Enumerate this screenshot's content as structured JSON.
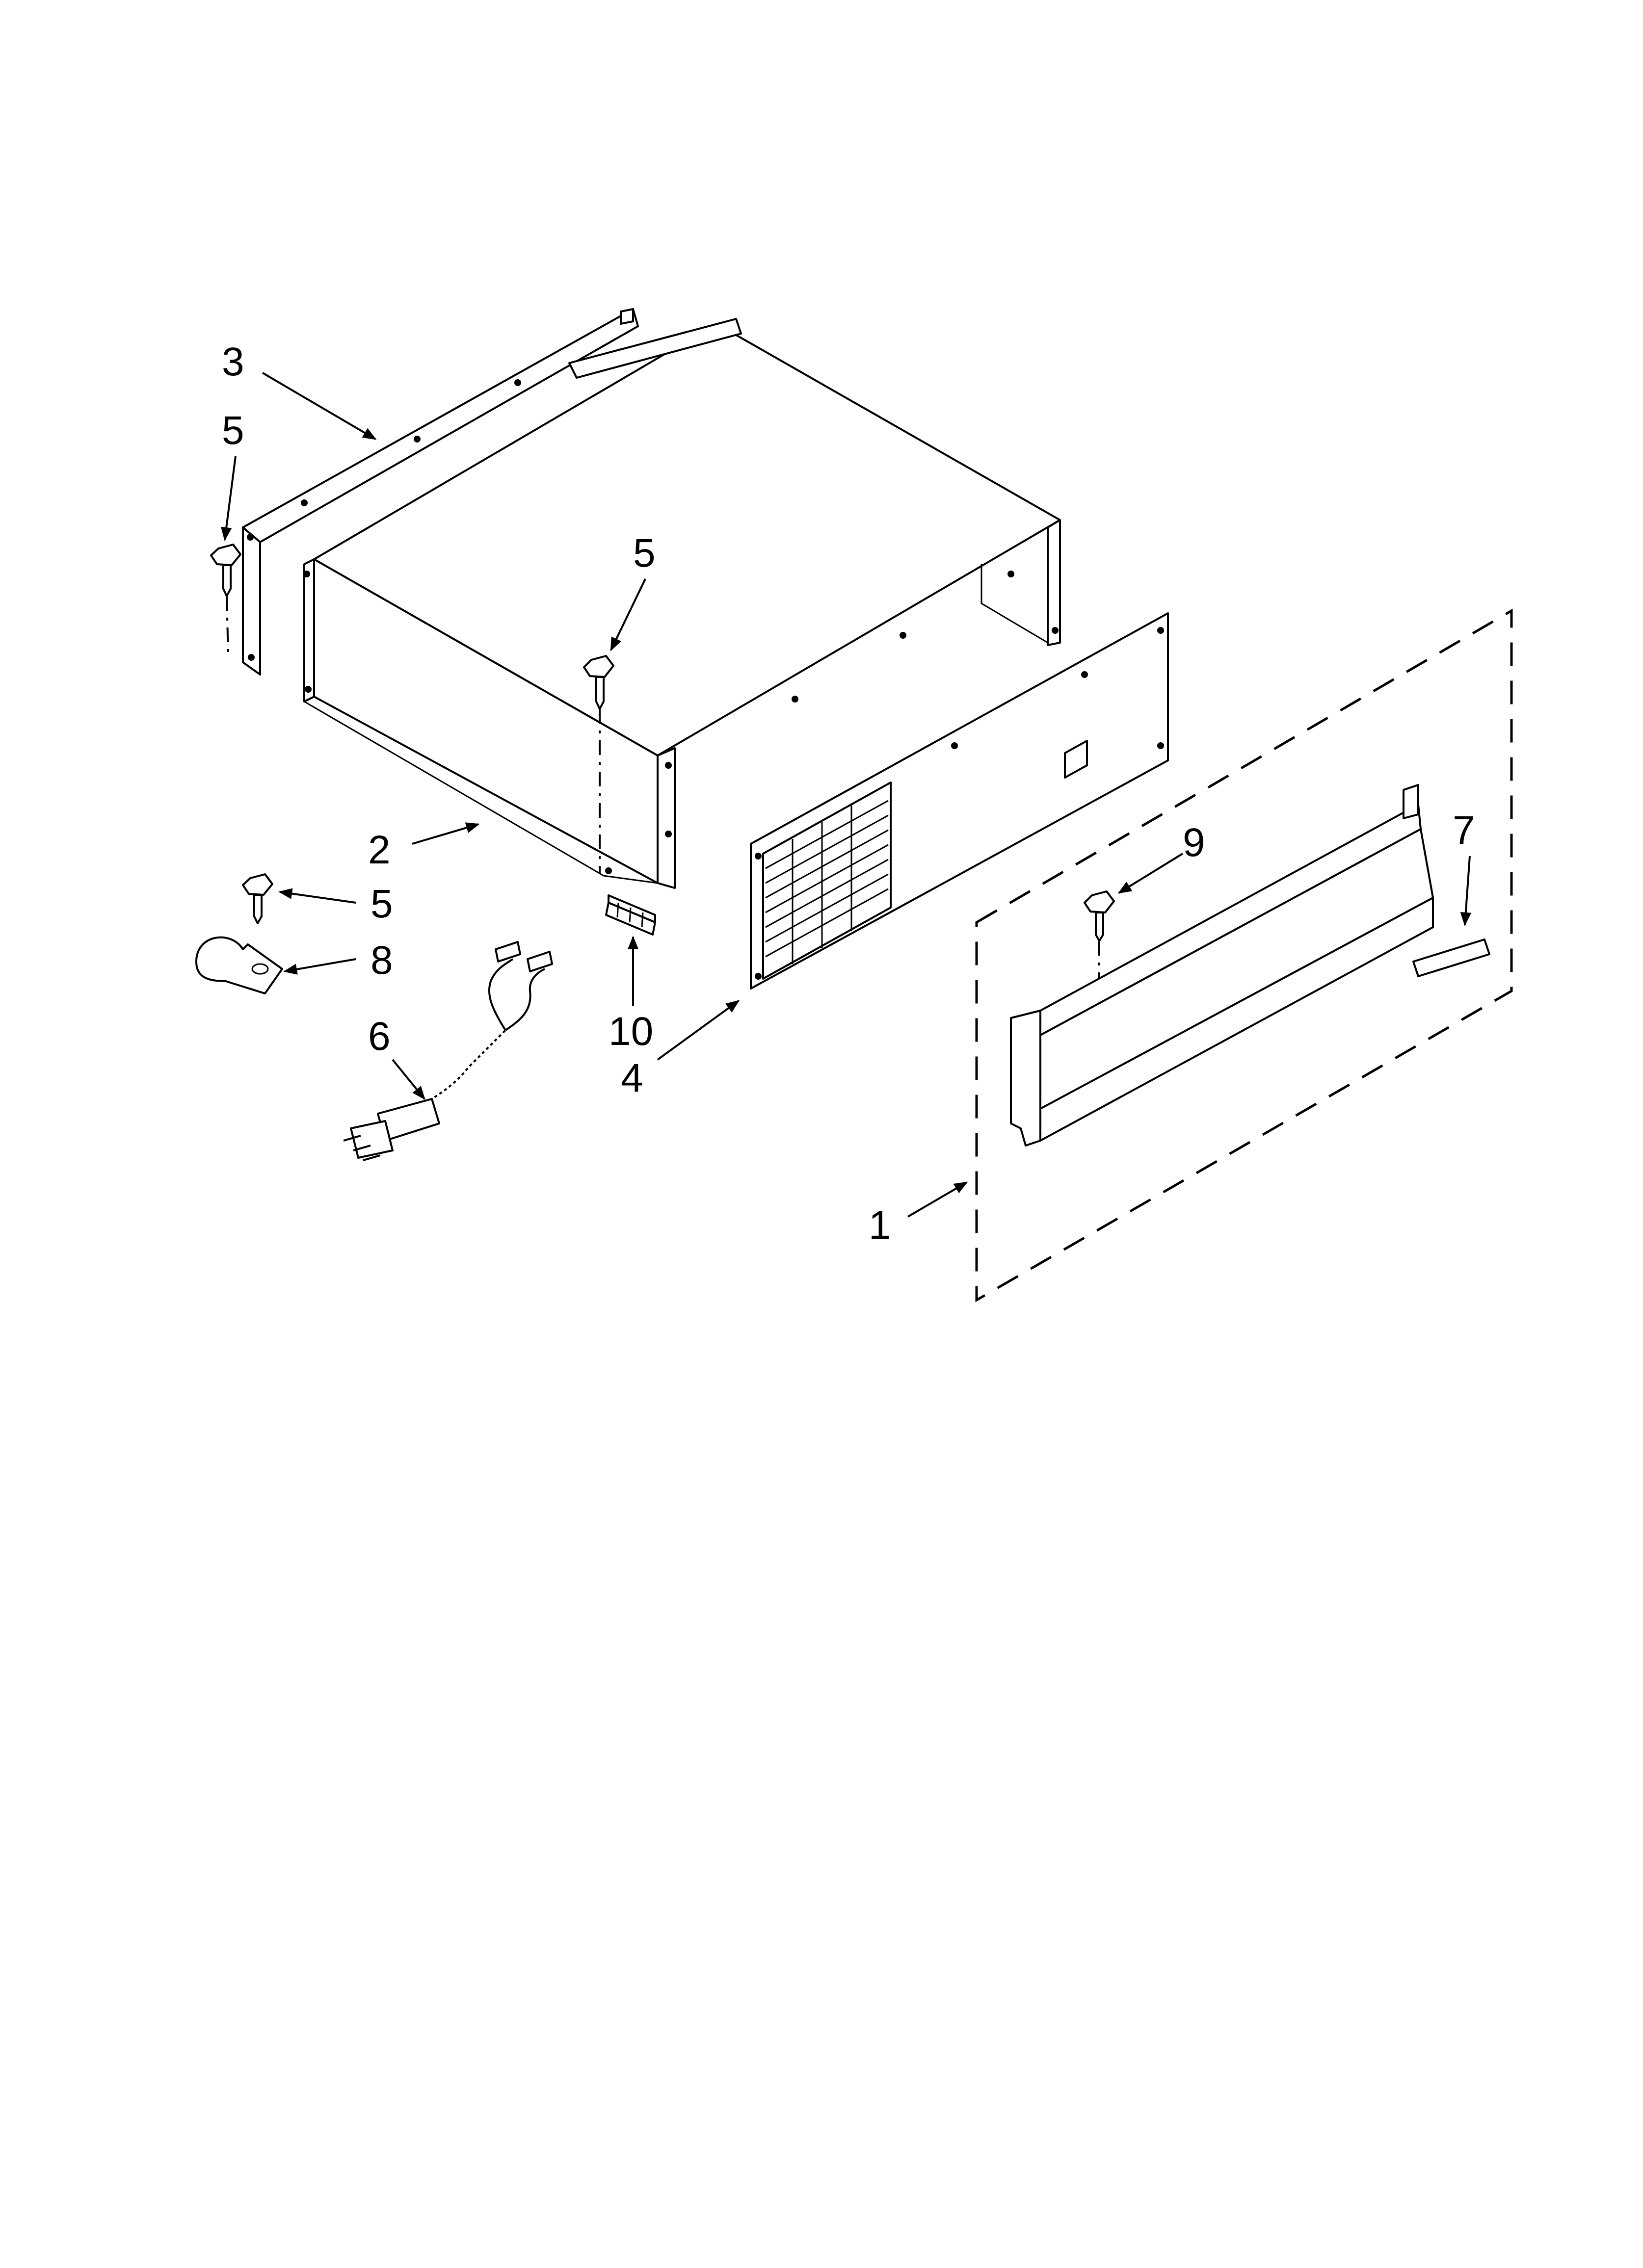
{
  "colors": {
    "ink": "#000000",
    "paper": "#ffffff"
  },
  "callouts": {
    "c1": "1",
    "c2": "2",
    "c3": "3",
    "c4": "4",
    "c5a": "5",
    "c5b": "5",
    "c5c": "5",
    "c6": "6",
    "c7": "7",
    "c8": "8",
    "c9": "9",
    "c10": "10"
  }
}
